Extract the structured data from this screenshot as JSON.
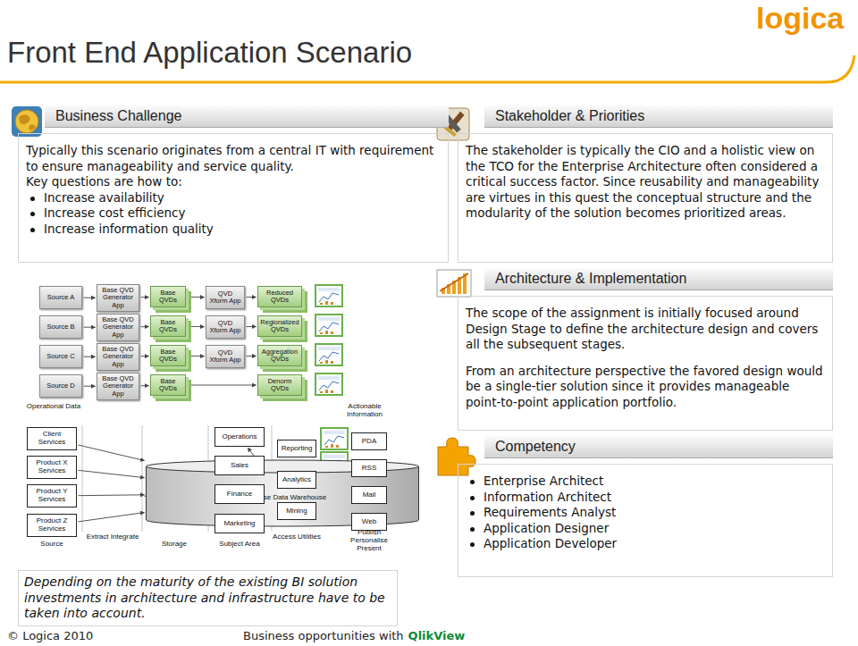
{
  "diagram": {
    "title": "Front End Application Scenario",
    "nodes": [
      {
        "text": [
          "Business Challenge",
          "Typically this scenario originates from a central IT with requirement to ensure manageability and service quality.",
          "Key questions are how to:",
          "Increase availability",
          "Increase cost efficiency",
          "Increase information quality"
        ]
      },
      {
        "text": [
          "Stakeholder & Priorities",
          "The stakeholder is typically the CIO and a holistic view on the TCO for the Enterprise Architecture often considered a critical success factor. Since reusability and manageability are virtues in this quest the conceptual structure and the modularity of the solution becomes prioritized areas."
        ]
      },
      {
        "text": [
          "Architecture & Implementation",
          "The scope of the assignment is initially focused around Design Stage to define the architecture design and covers all the subsequent stages.",
          "From an architecture perspective the favored design would be a single-tier solution since it provides manageable point-to-point application portfolio."
        ]
      },
      {
        "text": [
          "Competency",
          "Enterprise Architect",
          "Information Architect",
          "Requirements Analyst",
          "Application Designer",
          "Application Developer"
        ]
      },
      {
        "text": [
          "Source A"
        ]
      },
      {
        "text": [
          "Source B"
        ]
      },
      {
        "text": [
          "Source C"
        ]
      },
      {
        "text": [
          "Source D"
        ]
      },
      {
        "text": [
          "Base QVD Generator App"
        ]
      },
      {
        "text": [
          "Base QVD Generator App"
        ]
      },
      {
        "text": [
          "Base QVD Generator App"
        ]
      },
      {
        "text": [
          "Base QVD Generator App"
        ]
      },
      {
        "text": [
          "Base QVDs"
        ]
      },
      {
        "text": [
          "Base QVDs"
        ]
      },
      {
        "text": [
          "Base QVDs"
        ]
      },
      {
        "text": [
          "Base QVDs"
        ]
      },
      {
        "text": [
          "QVD Xform App"
        ]
      },
      {
        "text": [
          "QVD Xform App"
        ]
      },
      {
        "text": [
          "QVD Xform App"
        ]
      },
      {
        "text": [
          "Reduced QVDs"
        ]
      },
      {
        "text": [
          "Regionalized QVDs"
        ]
      },
      {
        "text": [
          "Aggregation QVDs"
        ]
      },
      {
        "text": [
          "Denorm QVDs"
        ]
      },
      {
        "text": [
          "Client Services"
        ]
      },
      {
        "text": [
          "Product X Services"
        ]
      },
      {
        "text": [
          "Product Y Services"
        ]
      },
      {
        "text": [
          "Product Z Services"
        ]
      },
      {
        "text": [
          "Enterprise Data Warehouse"
        ]
      },
      {
        "text": [
          "Operations"
        ]
      },
      {
        "text": [
          "Sales"
        ]
      },
      {
        "text": [
          "Finance"
        ]
      },
      {
        "text": [
          "Marketing"
        ]
      },
      {
        "text": [
          "Reporting"
        ]
      },
      {
        "text": [
          "Analytics"
        ]
      },
      {
        "text": [
          "Mining"
        ]
      },
      {
        "text": [
          "PDA"
        ]
      },
      {
        "text": [
          "RSS"
        ]
      },
      {
        "text": [
          "Mail"
        ]
      },
      {
        "text": [
          "Web"
        ]
      },
      {
        "text": [
          "Depending on the maturity of the existing BI solution investments in architecture and infrastructure have to be taken into account."
        ]
      }
    ],
    "edges": [
      {
        "from": 4,
        "to": 8,
        "arrow": "to"
      },
      {
        "from": 5,
        "to": 9,
        "arrow": "to"
      },
      {
        "from": 6,
        "to": 10,
        "arrow": "to"
      },
      {
        "from": 7,
        "to": 11,
        "arrow": "to"
      },
      {
        "from": 8,
        "to": 12,
        "arrow": "to"
      },
      {
        "from": 9,
        "to": 13,
        "arrow": "to"
      },
      {
        "from": 10,
        "to": 14,
        "arrow": "to"
      },
      {
        "from": 11,
        "to": 15,
        "arrow": "to"
      },
      {
        "from": 12,
        "to": 16,
        "arrow": "to"
      },
      {
        "from": 13,
        "to": 17,
        "arrow": "to"
      },
      {
        "from": 14,
        "to": 18,
        "arrow": "to"
      },
      {
        "from": 15,
        "to": 22,
        "arrow": "to"
      },
      {
        "from": 16,
        "to": 19,
        "arrow": "to"
      },
      {
        "from": 17,
        "to": 20,
        "arrow": "to"
      },
      {
        "from": 18,
        "to": 21,
        "arrow": "to"
      },
      {
        "from": 23,
        "to": 27,
        "arrow": "to"
      },
      {
        "from": 24,
        "to": 27,
        "arrow": "to"
      },
      {
        "from": 25,
        "to": 27,
        "arrow": "to"
      },
      {
        "from": 26,
        "to": 27,
        "arrow": "to"
      },
      {
        "from": 27,
        "to": 28,
        "arrow": "to"
      },
      {
        "from": 27,
        "to": 29,
        "arrow": "to"
      },
      {
        "from": 27,
        "to": 30,
        "arrow": "to"
      },
      {
        "from": 27,
        "to": 31,
        "arrow": "to"
      }
    ],
    "labels": [
      "logica",
      "Operational Data",
      "Actionable Information",
      "Source",
      "Extract Integrate",
      "Storage",
      "Subject Area",
      "Access Utilities",
      "Publish Personalise Present",
      "© Logica 2010",
      "Business opportunities with",
      "QlikView"
    ]
  }
}
